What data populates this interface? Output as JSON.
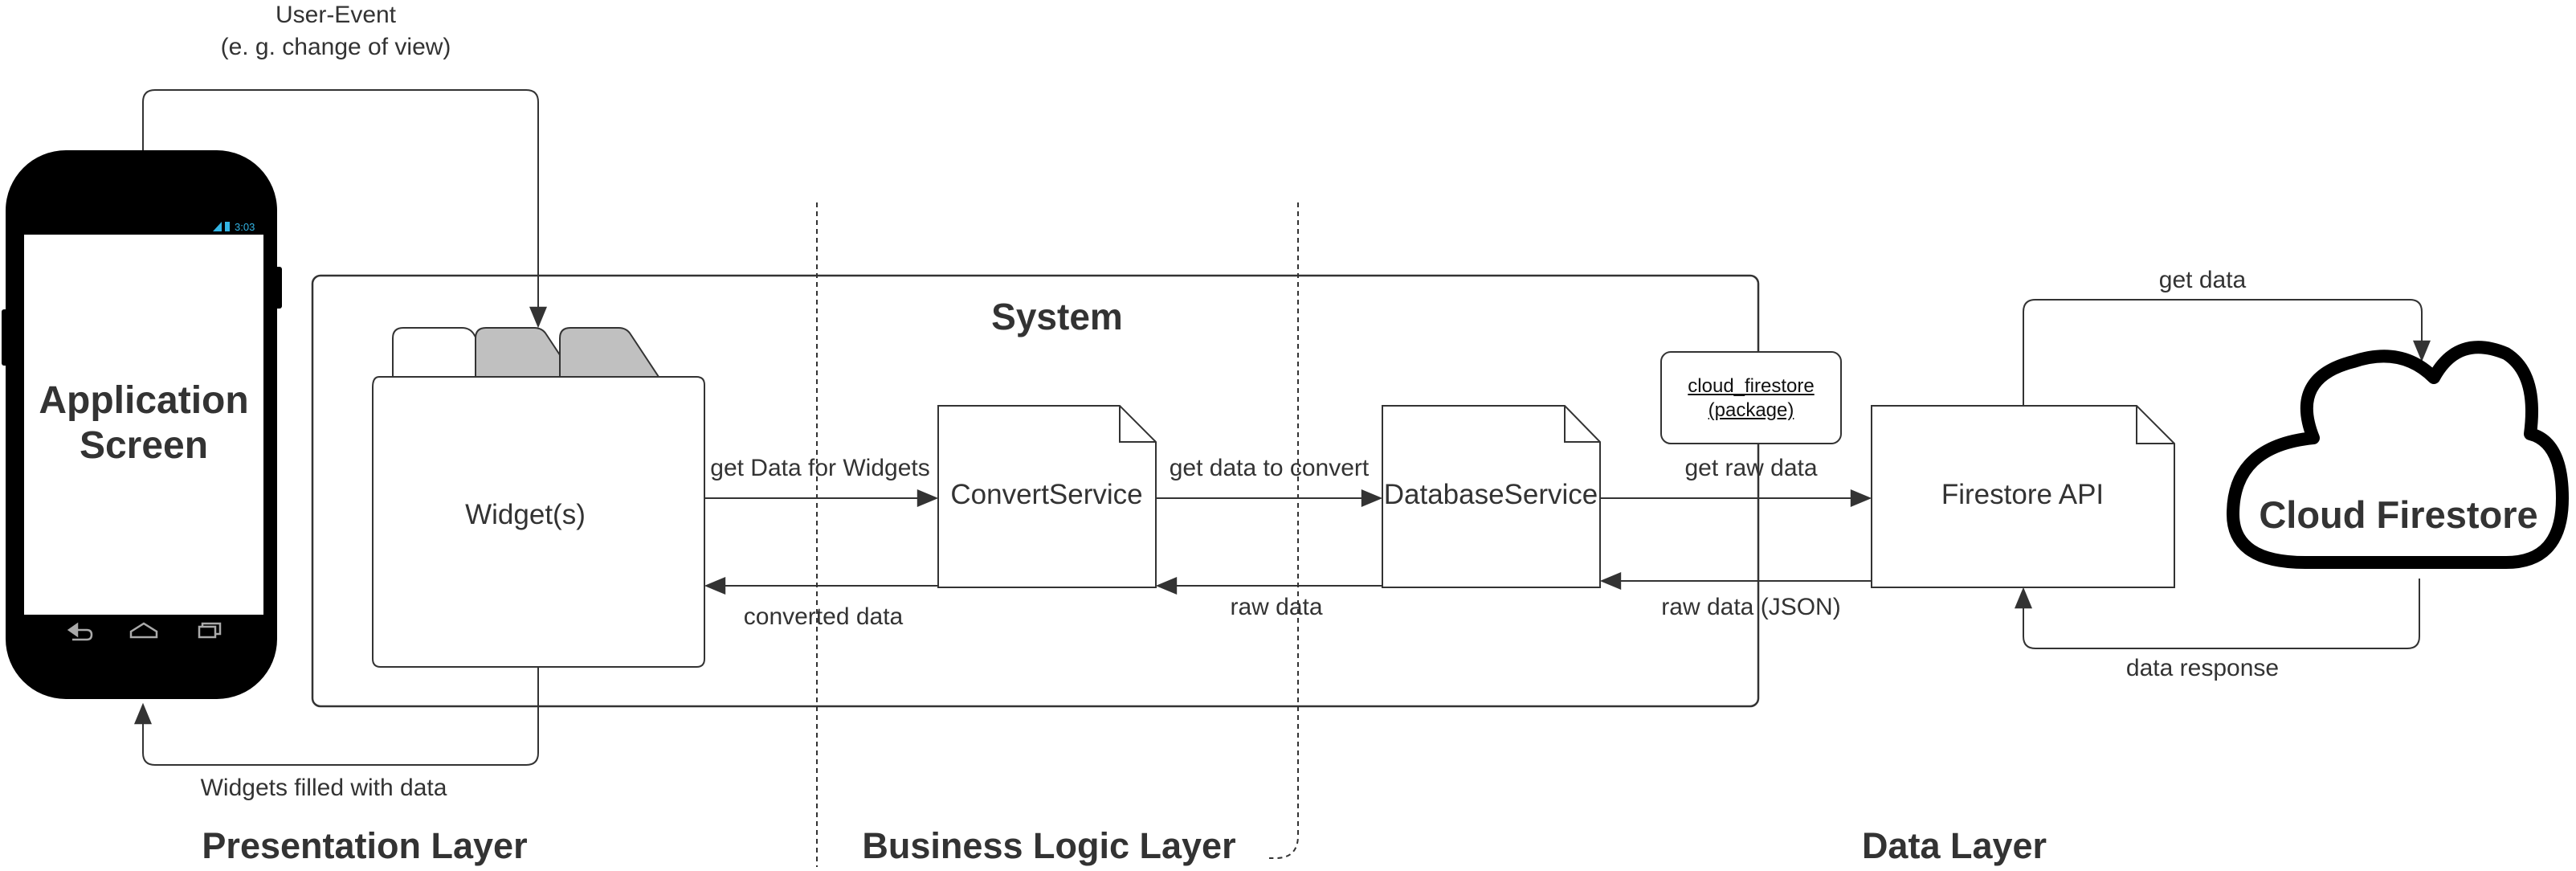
{
  "system": {
    "title": "System"
  },
  "phone": {
    "screen_label_line1": "Application",
    "screen_label_line2": "Screen",
    "status_time": "3:03"
  },
  "nodes": {
    "widgets": "Widget(s)",
    "convert_service": "ConvertService",
    "database_service": "DatabaseService",
    "firestore_api": "Firestore API",
    "cloud_firestore": "Cloud Firestore",
    "package_line1": "cloud_firestore",
    "package_line2": "(package)"
  },
  "edges": {
    "user_event_line1": "User-Event",
    "user_event_line2": "(e. g. change of view)",
    "widgets_filled": "Widgets filled with data",
    "get_data_for_widgets": "get Data for Widgets",
    "converted_data": "converted data",
    "get_data_to_convert": "get data to convert",
    "raw_data": "raw data",
    "get_raw_data": "get raw data",
    "raw_data_json": "raw data (JSON)",
    "get_data": "get data",
    "data_response": "data response"
  },
  "layers": {
    "presentation": "Presentation Layer",
    "business_logic": "Business Logic Layer",
    "data": "Data Layer"
  },
  "colors": {
    "line": "#333333",
    "phone": "#000000",
    "tab": "#c0c0c0",
    "status": "#33b5e5"
  }
}
